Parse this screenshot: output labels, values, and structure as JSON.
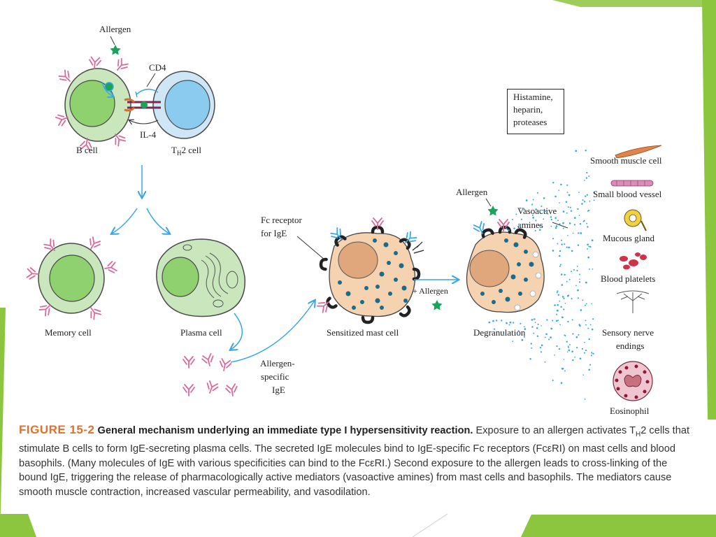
{
  "figure": {
    "labels": {
      "allergen_top": "Allergen",
      "cd4": "CD4",
      "il4": "IL-4",
      "b_cell": "B cell",
      "th2_prefix": "T",
      "th2_sub": "H",
      "th2_suffix": "2 cell",
      "memory_cell": "Memory cell",
      "plasma_cell": "Plasma cell",
      "fc_receptor_line1": "Fc receptor",
      "fc_receptor_line2": "for IgE",
      "sensitized_mast_cell": "Sensitized mast cell",
      "plus_allergen": "+ Allergen",
      "allergen_specific_line1": "Allergen-",
      "allergen_specific_line2": "specific",
      "allergen_specific_line3": "IgE",
      "allergen_mid": "Allergen",
      "vasoactive_line1": "Vasoactive",
      "vasoactive_line2": "amines",
      "degranulation": "Degranulation",
      "mediators_box": [
        "Histamine,",
        "heparin,",
        "proteases"
      ]
    },
    "targets": {
      "smooth_muscle": "Smooth muscle cell",
      "small_blood_vessel": "Small blood vessel",
      "mucous_gland": "Mucous gland",
      "blood_platelets": "Blood platelets",
      "sensory_nerve_line1": "Sensory nerve",
      "sensory_nerve_line2": "endings",
      "eosinophil": "Eosinophil"
    },
    "colors": {
      "cell_green_outer": "#c9e6bd",
      "cell_green_nucleus": "#8fd06f",
      "th2_blue": "#cfe6f6",
      "th2_blue_inner": "#8ccbf0",
      "mast_body": "#f5d3b0",
      "mast_nucleus": "#e0a77c",
      "granule": "#1b6b8a",
      "antibody_pink": "#d96a9b",
      "arrow_blue": "#3aa7e0",
      "allergen_green": "#1aa35a",
      "accent_green": "#8cc63f"
    }
  },
  "caption": {
    "figure_number": "FIGURE 15-2",
    "title": "General mechanism underlying an immediate type I hypersensitivity reaction.",
    "text_part1": " Exposure to an allergen activates T",
    "text_sub": "H",
    "text_part2": "2 cells that stimulate B cells to form IgE-secreting plasma cells. The secreted IgE molecules bind to IgE-specific Fc receptors (FcεRI) on mast cells and blood basophils. (Many molecules of IgE with various specificities can bind to the FcεRI.) Second exposure to the allergen leads to cross-linking of the bound IgE, triggering the release of pharmacologically active mediators (vasoactive amines) from mast cells and basophils. The mediators cause smooth muscle contraction, increased vascular permeability, and vasodilation."
  }
}
